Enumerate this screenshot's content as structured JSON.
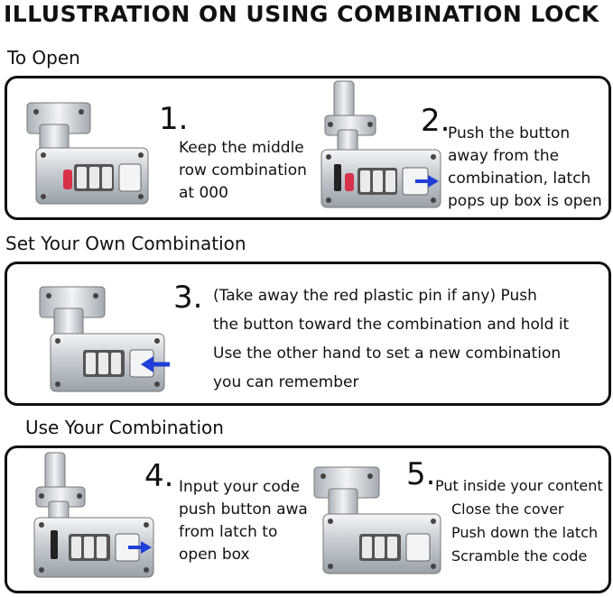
{
  "title": "ILLUSTRATION ON USING COMBINATION LOCK",
  "sections": [
    {
      "label": "To Open"
    },
    {
      "label": "Set Your Own Combination"
    },
    {
      "label": "Use Your Combination"
    }
  ],
  "steps": [
    {
      "number": "1.",
      "lines": [
        "Keep the middle",
        "row combination",
        "at 000"
      ]
    },
    {
      "number": "2.",
      "lines": [
        "Push the button",
        "away from the",
        "combination, latch",
        "pops up box is open"
      ]
    },
    {
      "number": "3.",
      "lines": [
        "(Take away the  red plastic pin if any) Push",
        "the button toward the combination and hold it",
        "Use the other hand to set a new combination",
        "you can remember"
      ]
    },
    {
      "number": "4.",
      "lines": [
        "Input your code",
        "push button awa",
        "from latch to",
        "open box"
      ]
    },
    {
      "number": "5.",
      "lines": [
        "Put inside your content",
        "Close the cover",
        "Push down the latch",
        "Scramble the code"
      ]
    }
  ],
  "colors": {
    "border": "#111111",
    "arrow": "#1f3fd8",
    "pin": "#d8324a",
    "metal": "#c9ced4"
  }
}
